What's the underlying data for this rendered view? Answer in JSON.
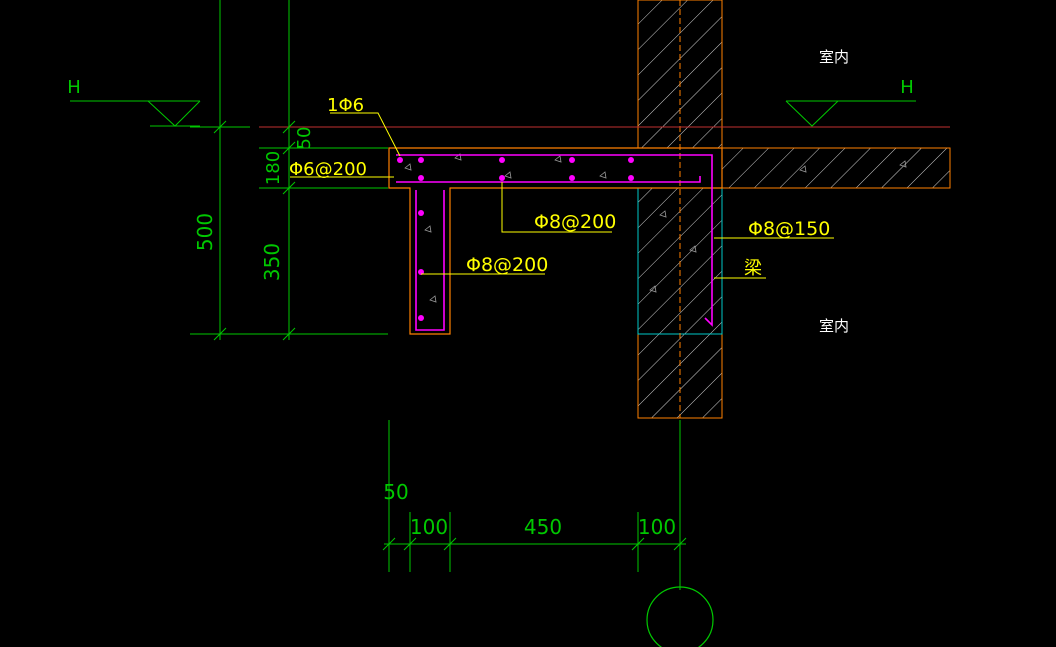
{
  "labels": {
    "indoor_top": "室内",
    "indoor_bottom": "室内",
    "level_left": "H",
    "level_right": "H",
    "bar_1phi6": "1Φ6",
    "bar_phi6_200": "Φ6@200",
    "bar_phi8_200_top": "Φ8@200",
    "bar_phi8_200_side": "Φ8@200",
    "bar_phi8_150": "Φ8@150",
    "beam": "梁"
  },
  "dimensions": {
    "d50_top": "50",
    "d180": "180",
    "d500": "500",
    "d350": "350",
    "d50_bottom": "50",
    "d100_left": "100",
    "d450": "450",
    "d100_right": "100"
  },
  "colors": {
    "background": "#000000",
    "dimension_line": "#00c800",
    "annotation_text": "#ffff00",
    "rebar": "#ff00ff",
    "concrete_outline": "#ff8000",
    "wall_hatch": "#ffffff",
    "axis_circle": "#00c800"
  }
}
